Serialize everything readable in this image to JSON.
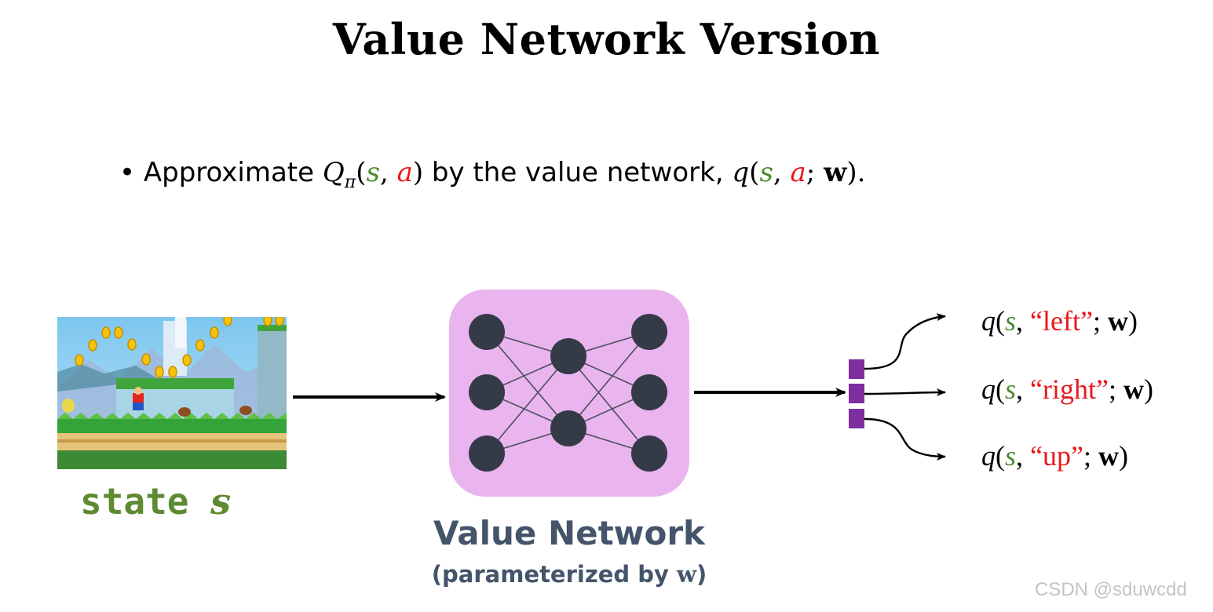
{
  "title": "Value Network Version",
  "bullet": {
    "marker": "•",
    "prefix": "Approximate ",
    "Q": "Q",
    "Q_sub": "π",
    "open": "(",
    "s": "s",
    "comma": ", ",
    "a": "a",
    "close": ")",
    "middle": " by the value network, ",
    "q": "q",
    "semicolon": "; ",
    "w": "w",
    "end": ")."
  },
  "state": {
    "label": "state ",
    "var": "s"
  },
  "network": {
    "label": "Value Network",
    "sub_prefix": "(parameterized by ",
    "sub_w": "w",
    "sub_suffix": ")"
  },
  "outputs": [
    {
      "q": "q",
      "open": "(",
      "s": "s",
      "sep": ", ",
      "action": "“left”",
      "semi": "; ",
      "w": "w",
      "close": ")"
    },
    {
      "q": "q",
      "open": "(",
      "s": "s",
      "sep": ", ",
      "action": "“right”",
      "semi": "; ",
      "w": "w",
      "close": ")"
    },
    {
      "q": "q",
      "open": "(",
      "s": "s",
      "sep": ", ",
      "action": "“up”",
      "semi": "; ",
      "w": "w",
      "close": ")"
    }
  ],
  "watermark": "CSDN @sduwcdd",
  "colors": {
    "state_green": "#4e8a2e",
    "action_red": "#e8191c",
    "network_bg": "#eab4ee",
    "node": "#343a48",
    "output_bar": "#7d2fa0",
    "network_label": "#44546a"
  }
}
